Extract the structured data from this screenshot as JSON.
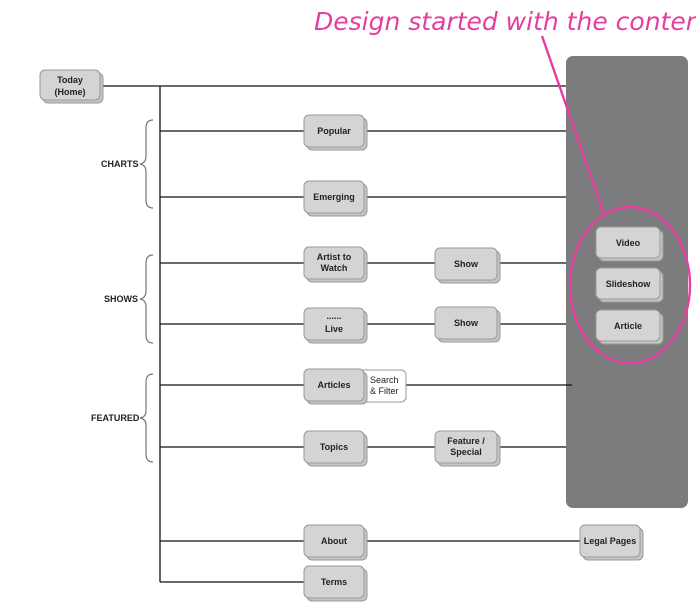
{
  "annotation": "Design started with the content",
  "groups": {
    "charts": "CHARTS",
    "shows": "SHOWS",
    "featured": "FEATURED"
  },
  "nodes": {
    "today": [
      "Today",
      "(Home)"
    ],
    "popular": [
      "Popular"
    ],
    "emerging": [
      "Emerging"
    ],
    "artist_to_watch": [
      "Artist to",
      "Watch"
    ],
    "show_1": [
      "Show"
    ],
    "live": [
      "......",
      "Live"
    ],
    "show_2": [
      "Show"
    ],
    "articles": [
      "Articles"
    ],
    "topics": [
      "Topics"
    ],
    "feature_special": [
      "Feature /",
      "Special"
    ],
    "about": [
      "About"
    ],
    "legal_pages": [
      "Legal Pages"
    ],
    "terms": [
      "Terms"
    ]
  },
  "search_filter": [
    "Search",
    "& Filter"
  ],
  "content_types": {
    "video": "Video",
    "slideshow": "Slideshow",
    "article": "Article"
  },
  "colors": {
    "accent": "#e63d9e",
    "panel": "#7c7c7e",
    "node_fill": "#d4d4d4",
    "node_shadow": "#c4c4c4"
  }
}
